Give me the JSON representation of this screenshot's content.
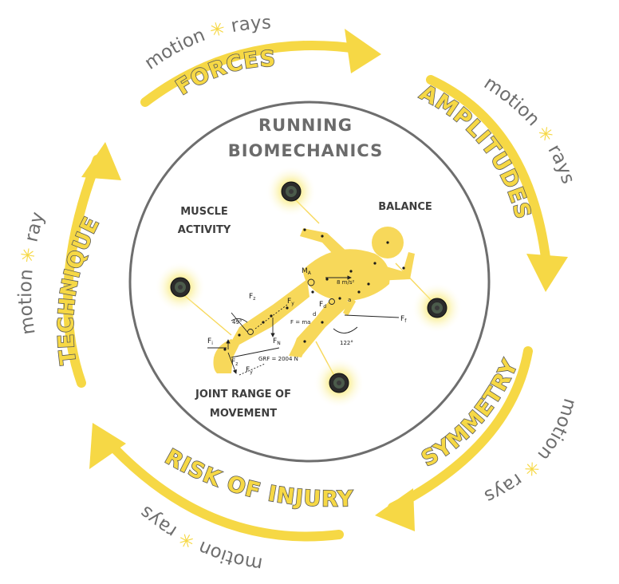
{
  "center": {
    "title_line1": "RUNNING",
    "title_line2": "BIOMECHANICS",
    "categories": {
      "muscle_line1": "MUSCLE",
      "muscle_line2": "ACTIVITY",
      "balance": "BALANCE",
      "joint_line1": "JOINT RANGE OF",
      "joint_line2": "MOVEMENT"
    }
  },
  "cycle": {
    "forces": "FORCES",
    "amplitudes": "AMPLITUDES",
    "symmetry": "SYMMETRY",
    "risk": "RISK OF INJURY",
    "technique": "TECHNIQUE"
  },
  "brand": {
    "word1": "motion",
    "word2": "rays"
  },
  "annotations": {
    "fz": "F",
    "fz_sub": "z",
    "fy": "F",
    "fy_sub": "y",
    "fn": "F",
    "fn_sub": "N",
    "fi": "F",
    "fi_sub": "i",
    "ff": "F",
    "ff_sub": "f",
    "fd": "F",
    "fd_sub": "d",
    "ma": "M",
    "ma_sub": "A",
    "angle1": "49°",
    "angle2": "122°",
    "accel": "8 m/s²",
    "fma": "F = ma",
    "grf": "GRF = 2004 N",
    "d": "d",
    "a": "a"
  },
  "colors": {
    "yellow": "#f6d845",
    "figure": "#f7d85a",
    "ring": "#6e6e6e",
    "text_grey": "#6b6b6b",
    "dark_text": "#3e3e3e"
  },
  "icons": [
    "sensor-icon",
    "runner-figure",
    "motionrays-logo-icon"
  ]
}
